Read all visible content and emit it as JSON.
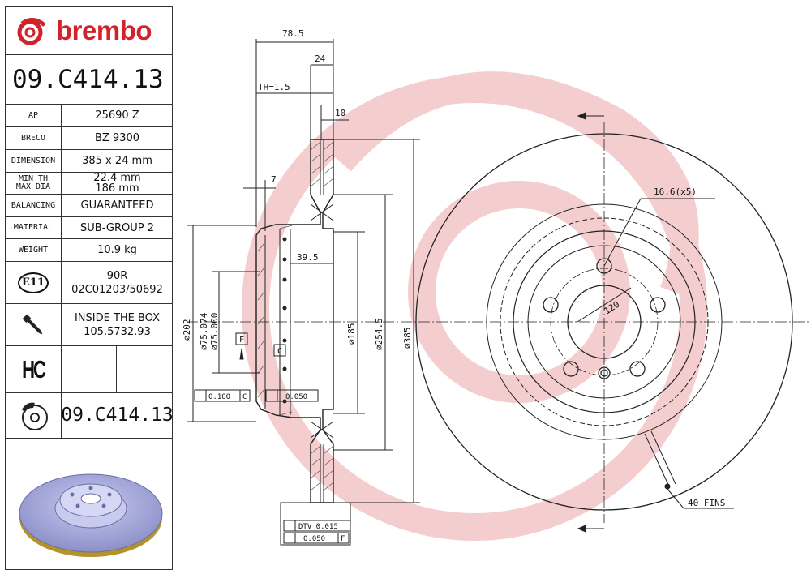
{
  "brand": {
    "name": "brembo",
    "color": "#d2232a"
  },
  "part_number": "09.C414.13",
  "specs": [
    {
      "key": "AP",
      "value": "25690 Z"
    },
    {
      "key": "BRECO",
      "value": "BZ 9300"
    },
    {
      "key": "DIMENSION",
      "value": "385 x 24 mm"
    },
    {
      "key": "MIN TH",
      "key2": "MAX DIA",
      "value": "22.4 mm",
      "value2": "186 mm"
    },
    {
      "key": "BALANCING",
      "value": "GUARANTEED"
    },
    {
      "key": "MATERIAL",
      "value": "SUB-GROUP 2"
    },
    {
      "key": "WEIGHT",
      "value": "10.9 kg"
    }
  ],
  "approval": {
    "mark": "E11",
    "line1": "90R",
    "line2": "02C01203/50692"
  },
  "inside_box": {
    "icon": "screw-icon",
    "line1": "INSIDE THE BOX",
    "line2": "105.5732.93"
  },
  "hc": {
    "mark": "HC"
  },
  "kit": {
    "icon": "disc-pad-icon",
    "part_number": "09.C414.13"
  },
  "drawing": {
    "dim_785": "78.5",
    "dim_24": "24",
    "th": "TH=1.5",
    "dim_10": "10",
    "dim_7": "7",
    "dim_395": "39.5",
    "d202": "⌀202",
    "d75": "⌀75.074",
    "d75b": "⌀75.000",
    "d185": "⌀185",
    "d2545": "⌀254.5",
    "d385": "⌀385",
    "datum_f": "F",
    "datum_c": "C",
    "tol_par": "0.100",
    "tol_par_ref": "C",
    "tol_flat": "0.050",
    "dtv": "DTV 0.015",
    "runout": "0.050",
    "runout_ref": "F",
    "holes": "16.6(x5)",
    "pcd": "120",
    "fins": "40 FINS"
  }
}
